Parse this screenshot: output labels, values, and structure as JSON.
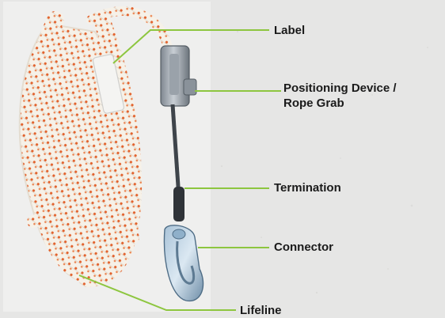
{
  "accent_color": "#8dc63f",
  "callouts": {
    "label": {
      "text": "Label"
    },
    "positioning": {
      "line1": "Positioning Device /",
      "line2": "Rope Grab"
    },
    "termination": {
      "text": "Termination"
    },
    "connector": {
      "text": "Connector"
    },
    "lifeline": {
      "text": "Lifeline"
    }
  },
  "photo": {
    "subject": "coiled-lifeline-rope-with-rope-grab-and-snap-hook",
    "rope_color": "#f6f1e8",
    "fleck_color": "#e2632e"
  }
}
